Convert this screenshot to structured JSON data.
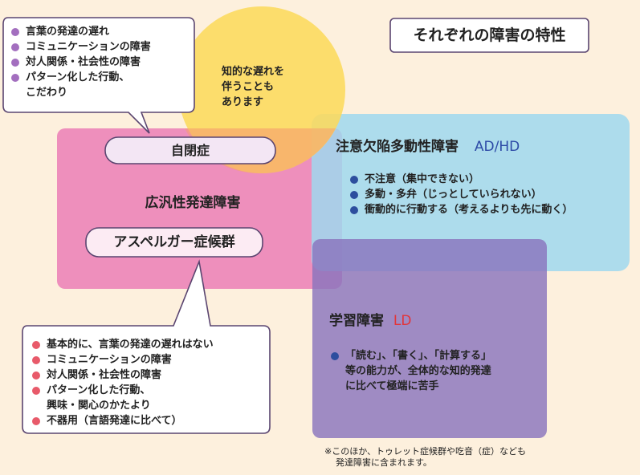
{
  "title": "それぞれの障害の特性",
  "autism_bubble": {
    "items": [
      "言葉の発達の遅れ",
      "コミュニケーションの障害",
      "対人関係・社会性の障害",
      "パターン化した行動、"
    ],
    "continuation": "こだわり"
  },
  "intellectual_circle": {
    "lines": [
      "知的な遅れを",
      "伴うことも",
      "あります"
    ]
  },
  "pdd": {
    "autism_label": "自閉症",
    "main_label": "広汎性発達障害",
    "asperger_label": "アスペルガー症候群"
  },
  "adhd": {
    "title": "注意欠陥多動性障害",
    "abbr": "AD/HD",
    "items": [
      "不注意（集中できない）",
      "多動・多弁（じっとしていられない）",
      "衝動的に行動する（考えるよりも先に動く）"
    ]
  },
  "ld": {
    "title": "学習障害",
    "abbr": "LD",
    "lines": [
      "「読む」、「書く」、「計算する」",
      "等の能力が、全体的な知的発達",
      "に比べて極端に苦手"
    ]
  },
  "asperger_bubble": {
    "items": [
      "基本的に、言葉の発達の遅れはない",
      "コミュニケーションの障害",
      "対人関係・社会性の障害",
      "パターン化した行動、"
    ],
    "continuation": "興味・関心のかたより",
    "last_item": "不器用（言語発達に比べて）"
  },
  "footnote": {
    "lines": [
      "※このほか、トゥレット症候群や吃音（症）なども",
      "発達障害に含まれます。"
    ]
  },
  "colors": {
    "pink": "#ee8fbc",
    "yellow": "#fcd95c",
    "blue": "#9fd8ee",
    "purple": "#9a84c4",
    "autism_dot": "#a36fbf",
    "adhd_dot": "#2d4e9e",
    "asperger_dot": "#e85a6a",
    "ld_abbr": "#e2353a",
    "adhd_abbr": "#2d4aa6"
  }
}
